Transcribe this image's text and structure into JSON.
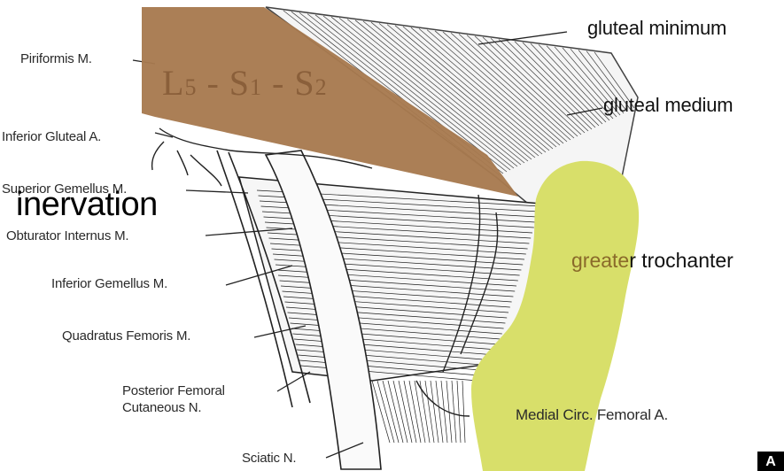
{
  "labels": {
    "piriformis": "Piriformis M.",
    "inferior_gluteal": "Inferior Gluteal A.",
    "superior_gemellus": "Superior Gemellus M.",
    "obturator_internus": "Obturator Internus M.",
    "inferior_gemellus": "Inferior Gemellus M.",
    "quadratus_femoris": "Quadratus Femoris M.",
    "posterior_femoral_1": "Posterior Femoral",
    "posterior_femoral_2": "Cutaneous N.",
    "sciatic": "Sciatic N.",
    "medial_circ": "Medial Circ. Femoral A.",
    "gluteal_minimum": "gluteal minimum",
    "gluteal_medium": "gluteal medium"
  },
  "overlays": {
    "roots_l": "L",
    "roots_l_sub": "5",
    "roots_sep1": " - S",
    "roots_s1_sub": "1",
    "roots_sep2": " - S",
    "roots_s2_sub": "2",
    "inervation": "inervation",
    "troch_highlight": "greate",
    "troch_rest": "r trochanter"
  },
  "corner_mark": "A",
  "colors": {
    "muscle_overlay": "#a87a4f",
    "trochanter_overlay": "#d8df6a",
    "line_art": "#1c1c1c"
  }
}
